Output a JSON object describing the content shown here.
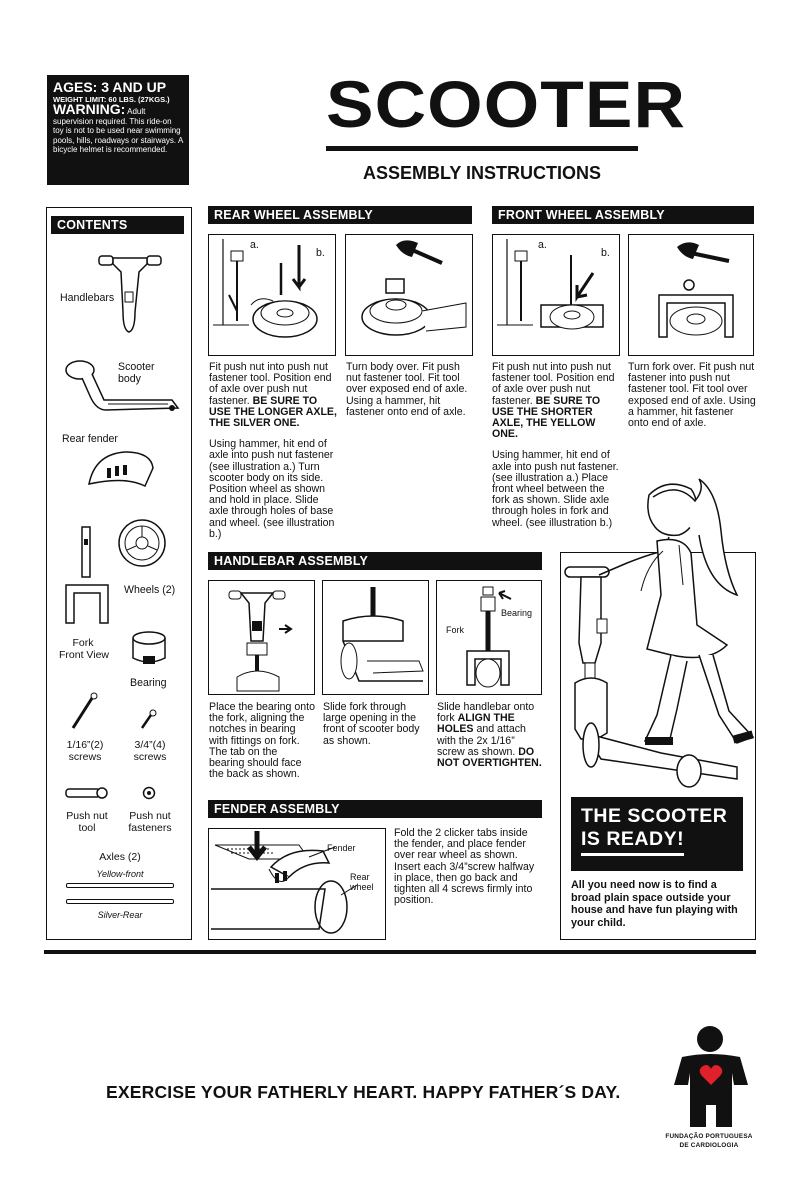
{
  "warning_box": {
    "ages": "AGES: 3 AND UP",
    "weight_limit": "WEIGHT LIMIT: 60 LBS. (27KGS.)",
    "warning_label": "WARNING:",
    "warning_text": "Adult supervision required. This ride-on toy is not to be used near swimming pools, hills, roadways or stairways. A bicycle helmet is recommended."
  },
  "title": "SCOOTER",
  "subtitle": "ASSEMBLY INSTRUCTIONS",
  "contents": {
    "header": "CONTENTS",
    "items": {
      "handlebars": "Handlebars",
      "scooter_body_1": "Scooter",
      "scooter_body_2": "body",
      "rear_fender": "Rear fender",
      "wheels": "Wheels (2)",
      "fork_1": "Fork",
      "fork_2": "Front View",
      "bearing": "Bearing",
      "screws_small_1": "1/16”(2)",
      "screws_small_2": "screws",
      "screws_large_1": "3/4”(4)",
      "screws_large_2": "screws",
      "push_nut_tool_1": "Push nut",
      "push_nut_tool_2": "tool",
      "push_nut_fasteners_1": "Push nut",
      "push_nut_fasteners_2": "fasteners",
      "axles": "Axles (2)",
      "axle_yellow": "Yellow-front",
      "axle_silver": "Silver-Rear"
    }
  },
  "rear_wheel": {
    "header": "REAR WHEEL ASSEMBLY",
    "label_a": "a.",
    "label_b": "b.",
    "step1_pre": "Fit push nut into push nut fastener tool. Position end of axle over push nut fastener. ",
    "step1_bold": "BE SURE TO USE THE LONGER AXLE, THE SILVER ONE.",
    "step1_more": "Using hammer, hit end of axle into push nut fastener (see illustration a.) Turn scooter body on its side. Position wheel as shown and hold in place. Slide axle through holes of base and wheel. (see illustration b.)",
    "step2": "Turn body over. Fit push nut fastener tool. Fit tool over exposed end of axle. Using a hammer, hit fastener onto end of axle."
  },
  "front_wheel": {
    "header": "FRONT WHEEL ASSEMBLY",
    "label_a": "a.",
    "label_b": "b.",
    "step1_pre": "Fit push nut into push nut fastener tool. Position end of axle over push nut fastener. ",
    "step1_bold": "BE SURE TO USE THE SHORTER AXLE, THE YELLOW ONE.",
    "step1_more": "Using hammer, hit end of axle into push nut fastener. (see illustration a.) Place front wheel between the fork as shown. Slide axle through holes in fork and wheel. (see illustration b.)",
    "step2": "Turn fork over. Fit push nut fastener into push nut fastener tool. Fit tool over exposed end of axle. Using a hammer, hit fastener onto end of axle."
  },
  "handlebar": {
    "header": "HANDLEBAR ASSEMBLY",
    "label_fork": "Fork",
    "label_bearing": "Bearing",
    "step1": "Place the bearing onto the fork, aligning the notches in bearing with fittings on fork. The tab on the bearing should face the back as shown.",
    "step2": "Slide fork through large opening in the front of scooter body as shown.",
    "step3_pre": "Slide handlebar onto fork ",
    "step3_bold1": "ALIGN THE HOLES",
    "step3_mid": " and attach with the 2x 1/16” screw as shown. ",
    "step3_bold2": "DO NOT OVERTIGHTEN."
  },
  "fender": {
    "header": "FENDER ASSEMBLY",
    "label_fender": "Fender",
    "label_rear_wheel": "Rear wheel",
    "text": "Fold the 2 clicker tabs inside the fender, and place fender over rear wheel as shown. Insert each 3/4”screw halfway in place, then go back and tighten all 4 screws firmly into position."
  },
  "ready": {
    "banner_line1": "THE SCOOTER",
    "banner_line2": "IS READY!",
    "text": "All you need now is to find a broad plain space outside your house and have fun playing with your child."
  },
  "footer": {
    "slogan": "EXERCISE YOUR FATHERLY HEART. HAPPY FATHER´S DAY.",
    "org_line1": "FUNDAÇÃO PORTUGUESA",
    "org_line2": "DE CARDIOLOGIA"
  },
  "colors": {
    "ink": "#111111",
    "paper": "#ffffff",
    "heart": "#e0202a"
  }
}
